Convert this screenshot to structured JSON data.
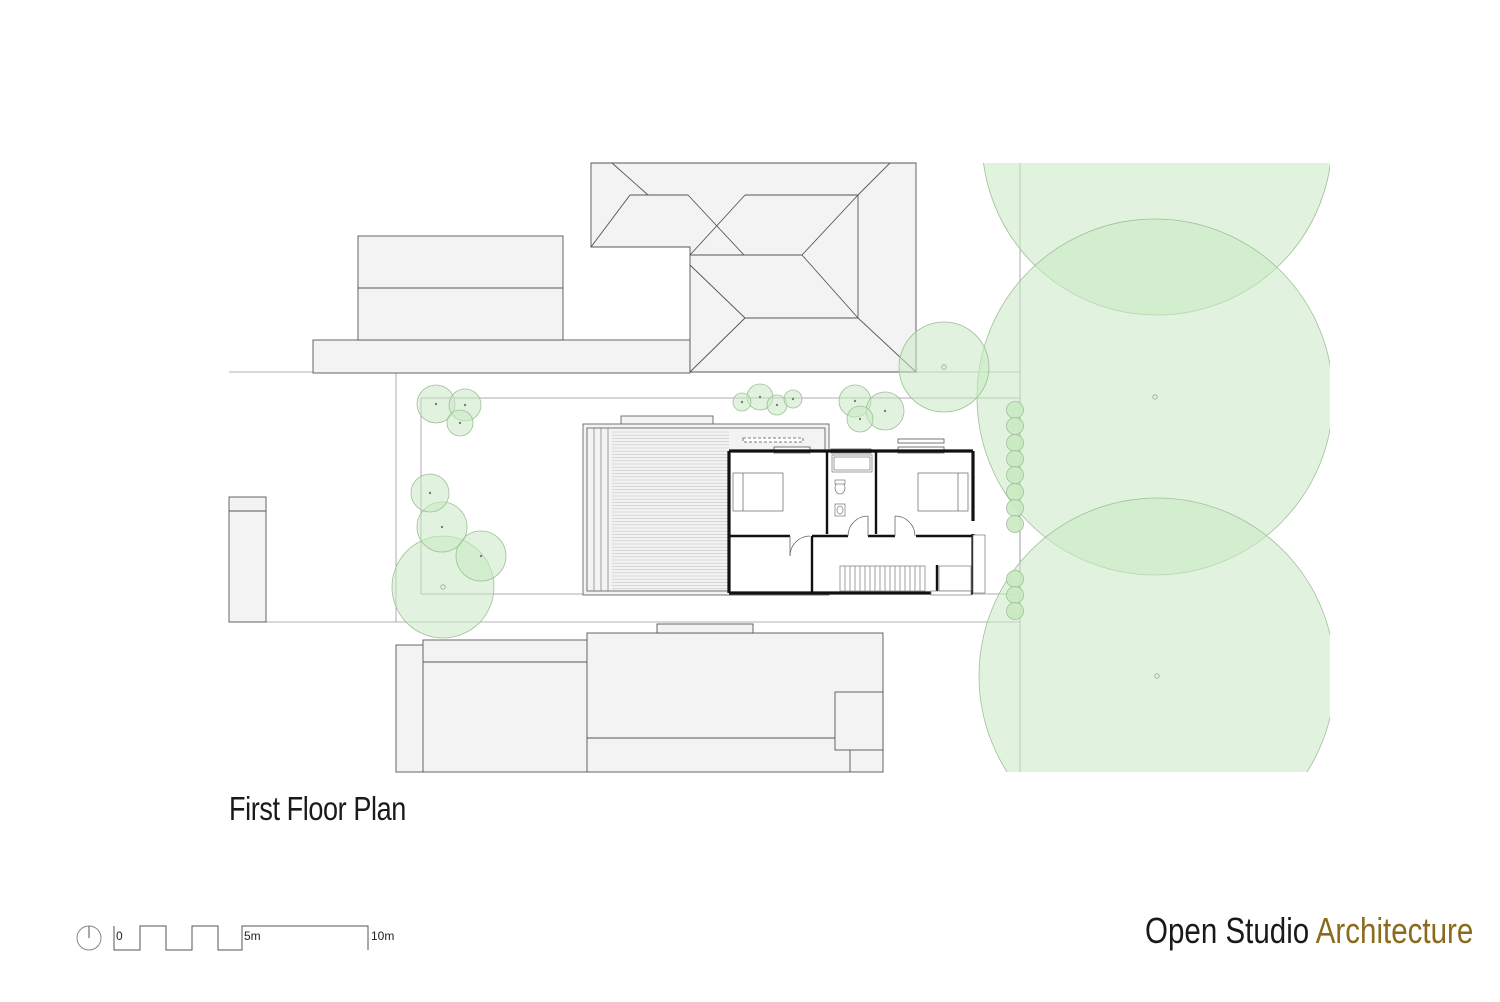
{
  "drawing": {
    "title": "First Floor Plan"
  },
  "brand": {
    "name": "Open Studio",
    "accent": "Architecture",
    "accent_color": "#8b6a1d"
  },
  "scale_bar": {
    "labels": [
      "0",
      "5m",
      "10m"
    ]
  },
  "colors": {
    "tree_fill": "#c9eac2",
    "building_fill": "#f4f4f4",
    "wall": "#111111",
    "line": "#8a8a8a"
  }
}
